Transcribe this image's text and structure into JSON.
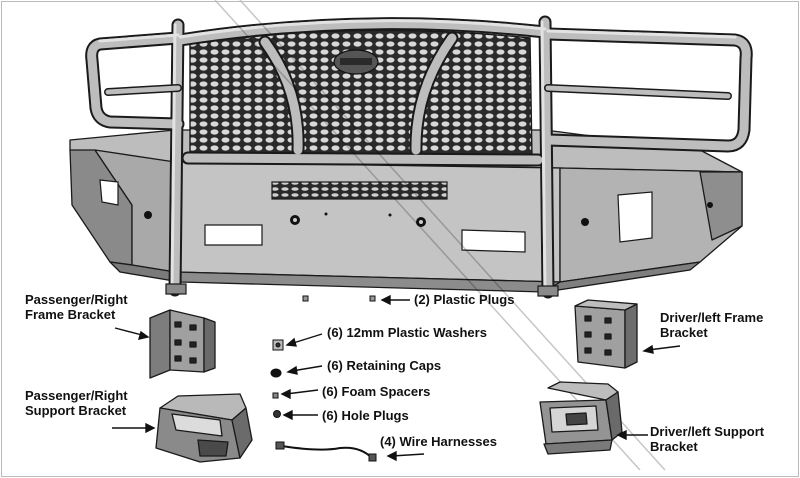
{
  "labels": {
    "passenger_frame_bracket": "Passenger/Right\nFrame Bracket",
    "passenger_support_bracket": "Passenger/Right\nSupport Bracket",
    "driver_frame_bracket": "Driver/left Frame\nBracket",
    "driver_support_bracket": "Driver/left Support\nBracket",
    "plastic_plugs": "(2) Plastic Plugs",
    "plastic_washers": "(6) 12mm Plastic Washers",
    "retaining_caps": "(6) Retaining Caps",
    "foam_spacers": "(6) Foam Spacers",
    "hole_plugs": "(6) Hole Plugs",
    "wire_harnesses": "(4) Wire Harnesses"
  },
  "colors": {
    "metal_light": "#c9c9c9",
    "metal_mid": "#a7a7a7",
    "metal_dark": "#6d6d6d",
    "outline": "#1a1a1a"
  }
}
